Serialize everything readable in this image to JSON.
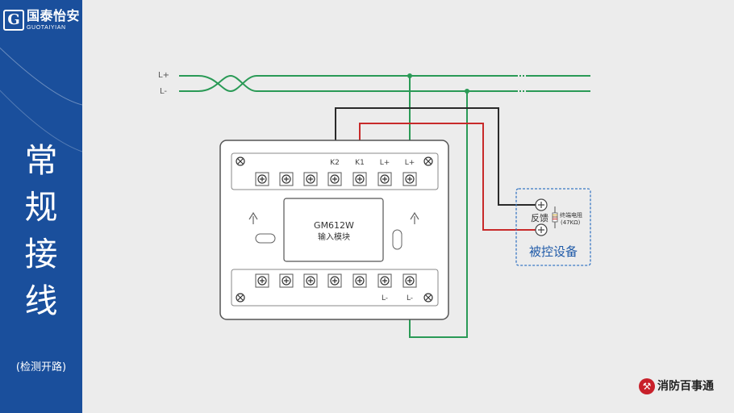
{
  "brand": {
    "logo_letter": "G",
    "name_cn": "国泰怡安",
    "name_en": "GUOTAIYIAN"
  },
  "title": "常\n规\n接\n线",
  "subtitle": "(检测开路)",
  "bus_labels": {
    "positive": "L+",
    "negative": "L-"
  },
  "module": {
    "model": "GM612W",
    "description": "输入模块",
    "top_terminal_labels": [
      "K2",
      "K1",
      "L+",
      "L+"
    ],
    "bottom_terminal_labels": [
      "L-",
      "L-"
    ]
  },
  "device": {
    "name": "被控设备",
    "feedback_label": "反馈",
    "resistor_label": "终端电阻",
    "resistor_value": "(47KΩ)"
  },
  "footer": {
    "mark": "⚒",
    "text": "消防百事通"
  },
  "colors": {
    "sidebar": "#1a4f9c",
    "wire_green": "#2a9a56",
    "wire_red": "#c82a2a",
    "wire_black": "#2a2a2a",
    "device_border": "#3a78c4",
    "device_text": "#1f5aa8"
  }
}
